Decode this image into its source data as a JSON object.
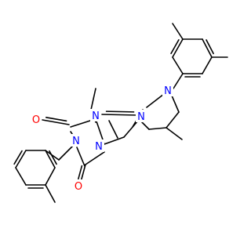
{
  "canvas": {
    "background": "#ffffff"
  },
  "colors": {
    "bond": "#000000",
    "carbon": "#000000",
    "nitrogen": "#0000ff",
    "oxygen": "#ff0000"
  },
  "atom_labels": [
    {
      "id": "n1",
      "text": "N",
      "element": "nitrogen"
    },
    {
      "id": "n2",
      "text": "N",
      "element": "nitrogen"
    },
    {
      "id": "n3",
      "text": "N",
      "element": "nitrogen"
    },
    {
      "id": "n4",
      "text": "N",
      "element": "nitrogen"
    },
    {
      "id": "n5",
      "text": "N",
      "element": "nitrogen"
    },
    {
      "id": "o1",
      "text": "O",
      "element": "oxygen"
    },
    {
      "id": "o2",
      "text": "O",
      "element": "oxygen"
    }
  ]
}
